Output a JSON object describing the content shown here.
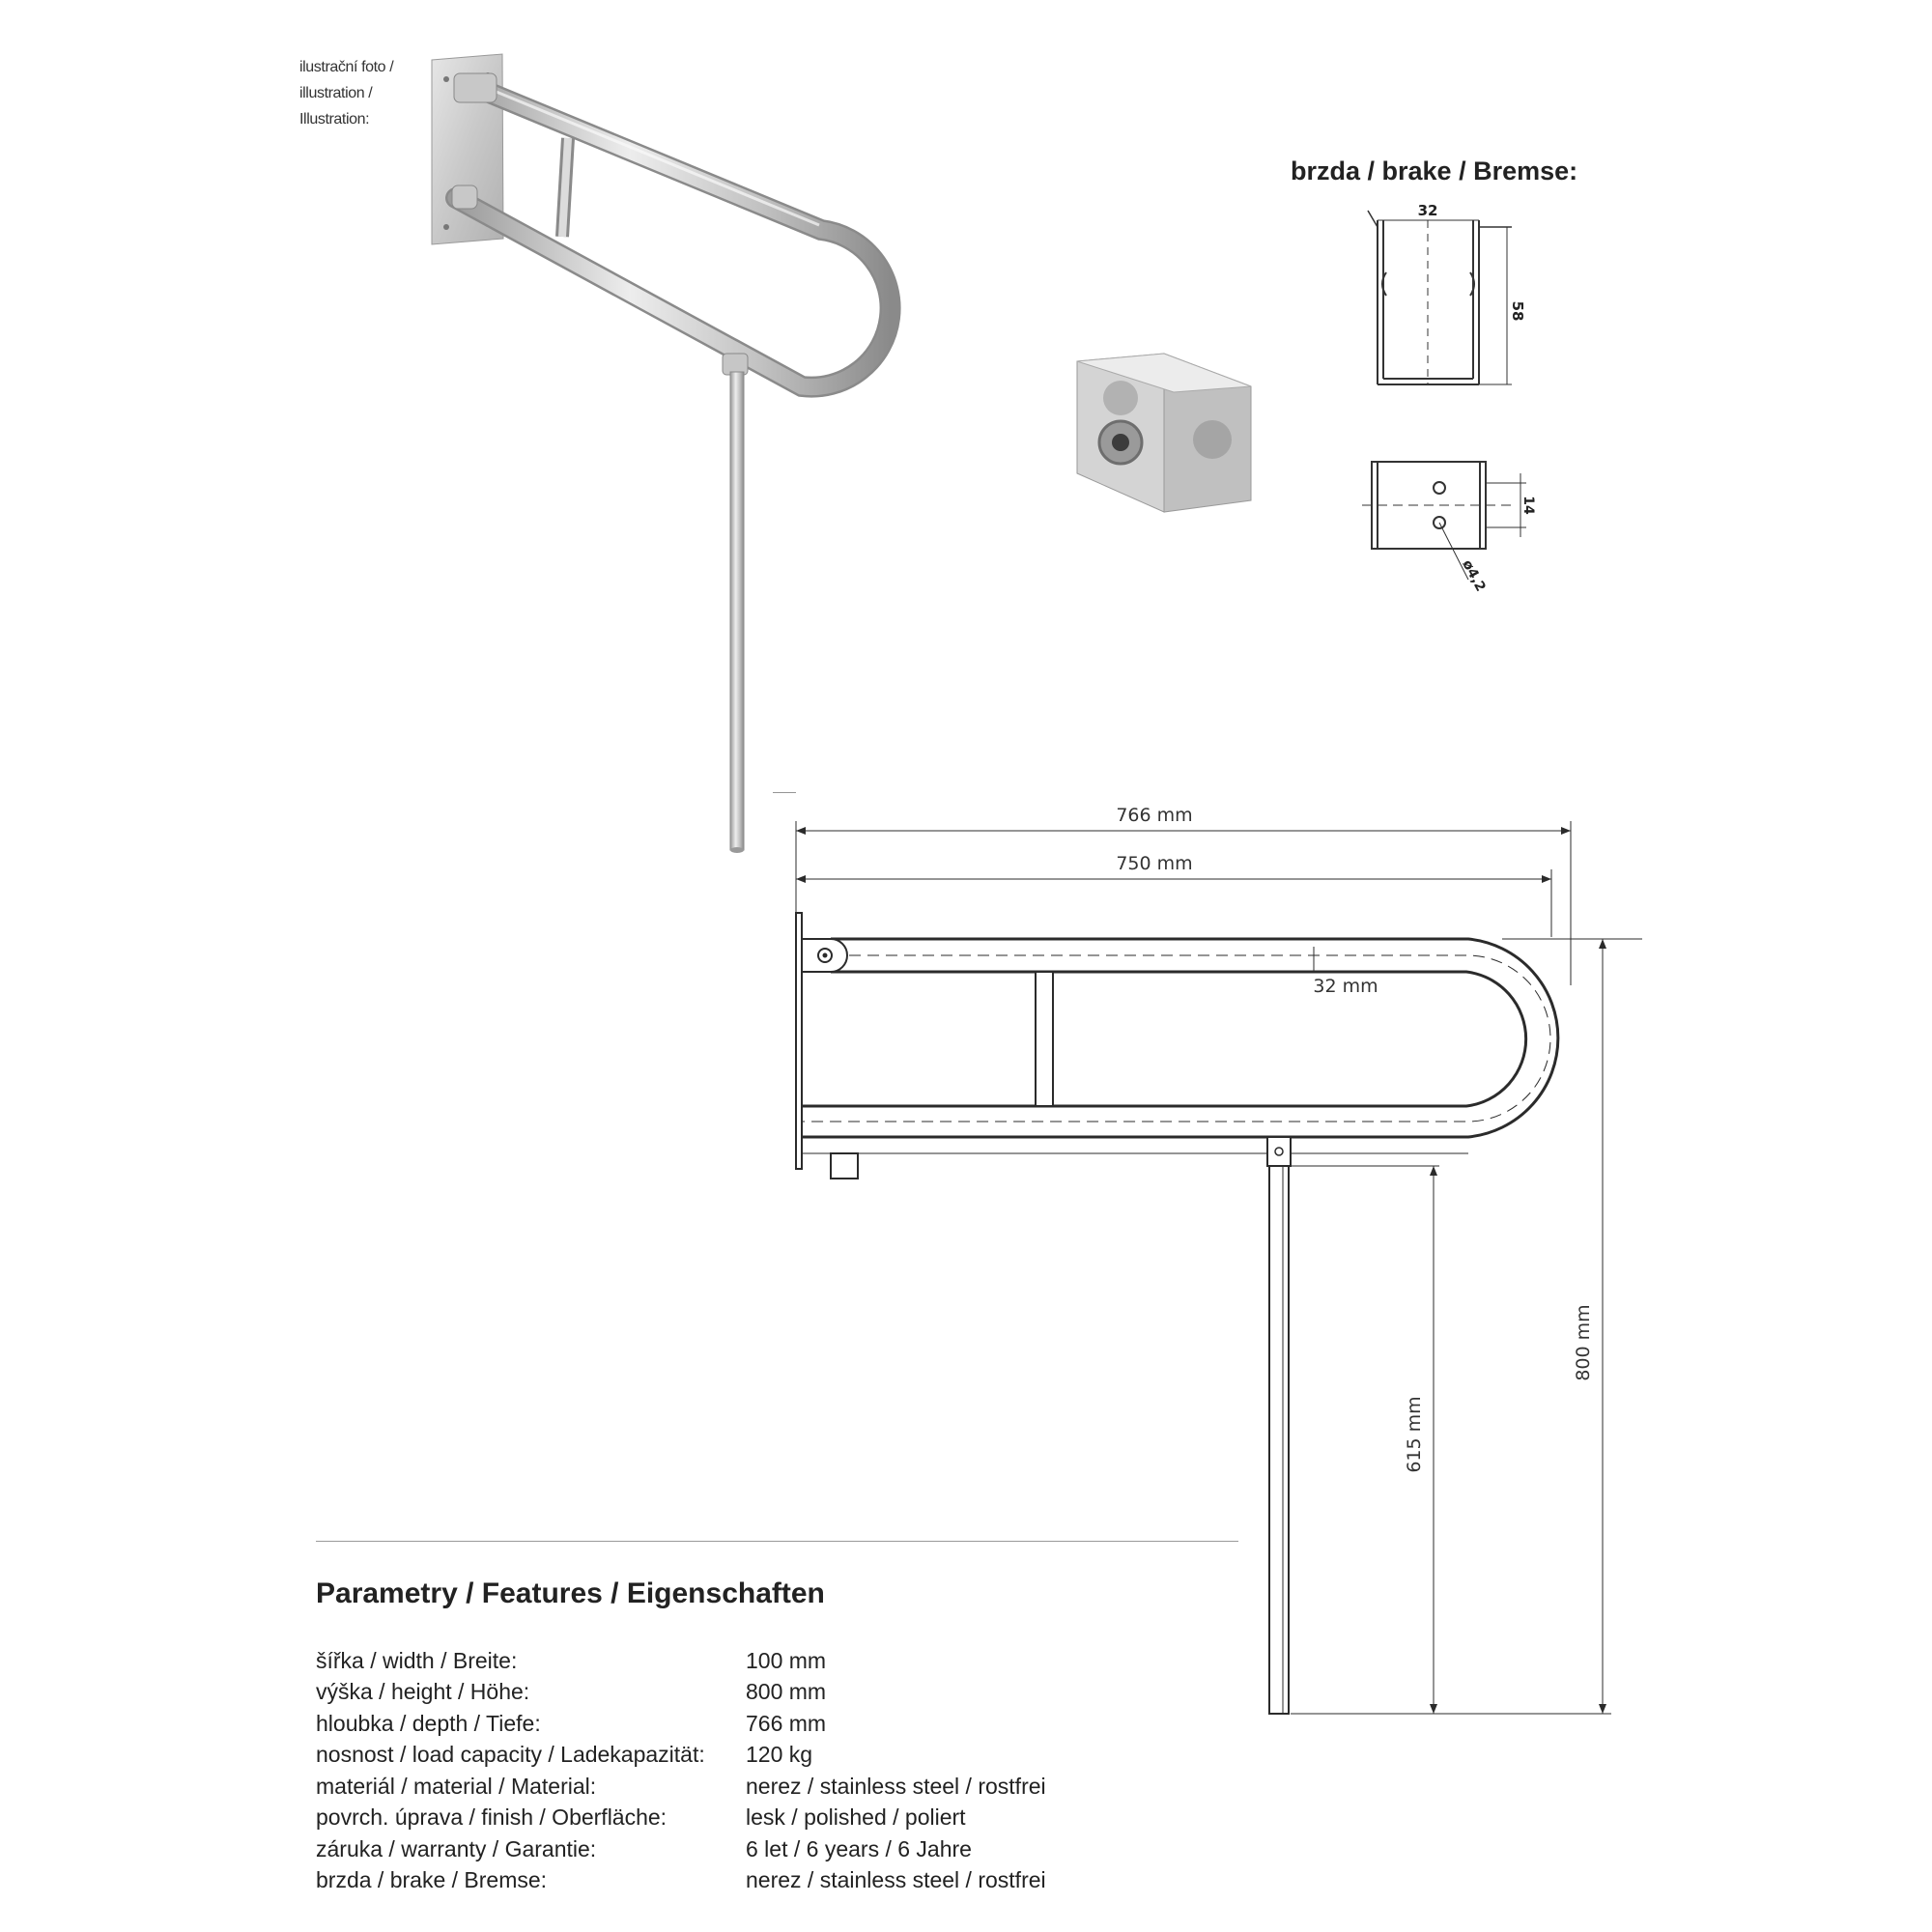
{
  "photo_caption": [
    "ilustrační foto /",
    "illustration /",
    "Illustration:"
  ],
  "brake_title": "brzda / brake / Bremse:",
  "brake_drawing": {
    "width_label": "32",
    "height_label": "58",
    "hole_spacing_label": "14",
    "hole_diameter_label": "ø4,2"
  },
  "dimensions": {
    "total_depth": "766 mm",
    "bar_depth": "750 mm",
    "tube_spacing": "32 mm",
    "total_height": "800 mm",
    "leg_height": "615 mm"
  },
  "features": {
    "title": "Parametry / Features / Eigenschaften",
    "rows": [
      {
        "label": "šířka / width / Breite:",
        "value": "100 mm"
      },
      {
        "label": "výška / height / Höhe:",
        "value": "800 mm"
      },
      {
        "label": "hloubka / depth / Tiefe:",
        "value": "766 mm"
      },
      {
        "label": "nosnost / load capacity / Ladekapazität:",
        "value": "120 kg"
      },
      {
        "label": "materiál / material / Material:",
        "value": "nerez / stainless steel / rostfrei"
      },
      {
        "label": "povrch. úprava / finish / Oberfläche:",
        "value": "lesk / polished / poliert"
      },
      {
        "label": "záruka / warranty / Garantie:",
        "value": "6 let / 6 years / 6 Jahre"
      },
      {
        "label": "brzda / brake / Bremse:",
        "value": "nerez / stainless steel / rostfrei"
      }
    ]
  }
}
